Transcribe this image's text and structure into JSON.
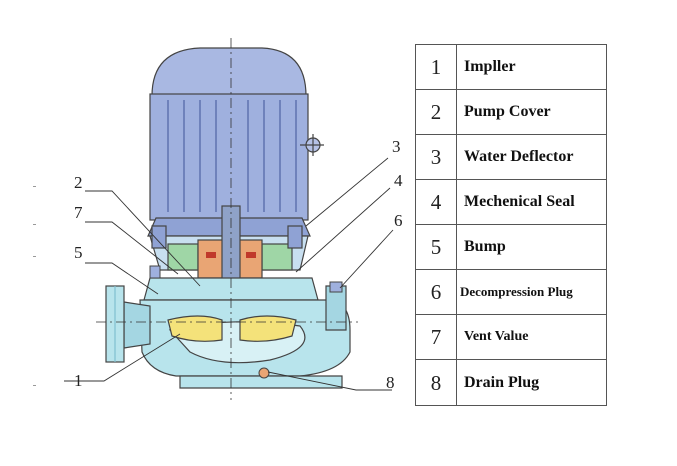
{
  "callouts": [
    "3",
    "2",
    "4",
    "7",
    "6",
    "5",
    "1",
    "8"
  ],
  "legend": [
    {
      "num": "1",
      "label": "Impller"
    },
    {
      "num": "2",
      "label": "Pump Cover"
    },
    {
      "num": "3",
      "label": "Water Deflector"
    },
    {
      "num": "4",
      "label": "Mechenical Seal"
    },
    {
      "num": "5",
      "label": "Bump"
    },
    {
      "num": "6",
      "label": "Decompression Plug"
    },
    {
      "num": "7",
      "label": "Vent Value"
    },
    {
      "num": "8",
      "label": "Drain Plug"
    }
  ],
  "colors": {
    "motor": "#9fb0de",
    "motor_dark": "#7f92c8",
    "casing": "#b8e4ec",
    "casing_dark": "#7fbfd0",
    "impeller": "#f4e27a",
    "seal": "#e9a574",
    "green": "#9fd6a6",
    "outline": "#444444"
  }
}
